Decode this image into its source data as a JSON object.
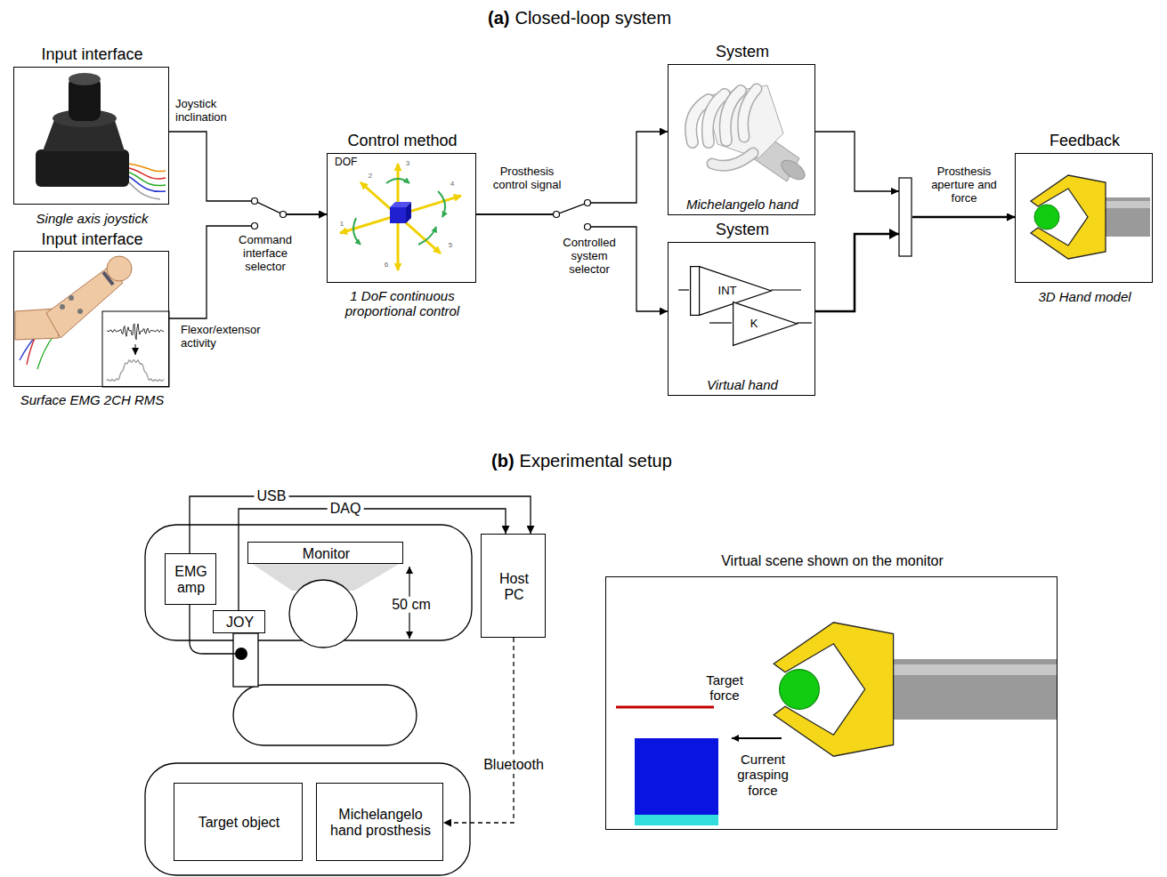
{
  "diagram": {
    "nodes": [
      {
        "text": [
          "Input interface",
          "Single axis joystick"
        ]
      },
      {
        "text": [
          "Input interface",
          "Surface EMG 2CH RMS"
        ]
      },
      {
        "text": [
          "Control method",
          "DOF",
          "1 DoF continuous proportional control"
        ]
      },
      {
        "text": [
          "System",
          "Michelangelo hand"
        ]
      },
      {
        "text": [
          "System",
          "Virtual hand"
        ]
      },
      {
        "text": [
          "INT"
        ],
        "in": 4
      },
      {
        "text": [
          "K"
        ],
        "in": 4
      },
      {
        "text": [
          "Feedback",
          "3D Hand model"
        ]
      },
      {
        "text": [
          "EMG amp"
        ]
      },
      {
        "text": [
          "JOY"
        ]
      },
      {
        "text": [
          "Monitor"
        ]
      },
      {
        "text": [
          "Host PC"
        ]
      },
      {
        "text": [
          "Target object"
        ]
      },
      {
        "text": [
          "Michelangelo hand prosthesis"
        ]
      },
      {
        "text": [
          "Virtual scene shown on the monitor",
          "Target force",
          "Current grasping force"
        ]
      }
    ],
    "edges": [
      {
        "from": 0,
        "to": 2,
        "arrow": "to",
        "label": "Joystick inclination"
      },
      {
        "from": 1,
        "to": 2,
        "arrow": "to",
        "label": "Flexor/extensor activity"
      },
      {
        "from": 2,
        "to": 3,
        "arrow": "to",
        "label": "Prosthesis control signal"
      },
      {
        "from": 2,
        "to": 4,
        "arrow": "to"
      },
      {
        "from": 3,
        "to": 7,
        "arrow": "to",
        "label": "Prosthesis aperture and force"
      },
      {
        "from": 4,
        "to": 7,
        "arrow": "to"
      },
      {
        "from": 8,
        "to": 11,
        "arrow": "to",
        "label": "USB"
      },
      {
        "from": 9,
        "to": 11,
        "arrow": "to",
        "label": "DAQ"
      },
      {
        "from": 11,
        "to": 13,
        "arrow": "to",
        "label": "Bluetooth"
      }
    ],
    "labels": [
      "(a)",
      "Closed-loop system",
      "Command interface selector",
      "Controlled system selector",
      "1",
      "2",
      "3",
      "4",
      "5",
      "6",
      "(b)",
      "Experimental setup",
      "50 cm"
    ]
  }
}
